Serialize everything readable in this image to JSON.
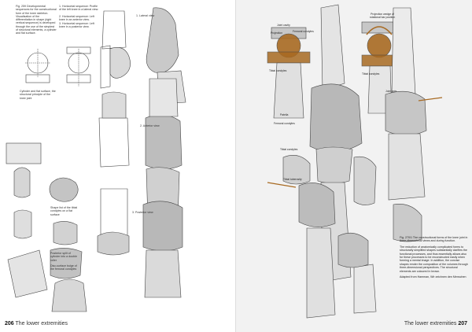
{
  "left_page": {
    "caption_a": "Fig. 259 Developmental sequences for the constructional form of the knee skeleton. Visualisation of the differentiation in shape (right vertical sequence) is developed through the use of the simplest of structural elements, a cylinder and flat surface.",
    "caption_b_1": "1. Horizontal sequence: Profile of the left knee in a lateral view.",
    "caption_b_2": "2. Horizontal sequence: Left knee in an anterior view.",
    "caption_b_3": "3. Horizontal sequence: Left knee in a posterior view.",
    "label_cylinder": "Cylinder and flat surface, the structural principle of the knee joint",
    "label_lateral": "1. Lateral view",
    "label_anterior": "2. Anterior view",
    "label_posterior": "3. Posterior view",
    "label_shape_tibial": "Shape list of the tibial condyles on a flat surface",
    "label_posterior_split": "Posterior split of cylinder into a double roller",
    "label_disc": "Disc-surface bulge of the femoral condyles"
  },
  "right_page": {
    "label_joint_cavity": "Joint cavity",
    "label_projection": "Projection",
    "label_femoral_condyles_top": "Femoral condyles",
    "label_projection_wedge": "Projection wedge of rotational bar position",
    "label_tibial_condyles_a": "Tibial condyles",
    "label_tibial_condyles_b": "Tibial condyles",
    "label_joint_axis": "Joint axis",
    "label_patella": "Patella",
    "label_femoral_condyles": "Femoral condyles",
    "label_tibial_condyles_c": "Tibial condyles",
    "label_tibial_tuberosity": "Tibial tuberosity",
    "caption_1": "Fig. 270/1 The constructional forms of the knee joint in three-dimensional views and during function.",
    "caption_2": "The reduction of anatomically complicated forms to structurally simplified shapes substantially clarifies the functional processes, and thus essentially allows also for these processes to be reconstructed easily when forming a mental image. In addition, the concise shapes render the composition of the volumes through three-dimensional perspectives. The structural elements are coloured in brown.",
    "caption_3": "Adapted from Hamman, Wir zeichnen den Menschen"
  },
  "footer": {
    "left_number": "206",
    "left_title": "The lower extremities",
    "right_title": "The lower extremities",
    "right_number": "207"
  },
  "colors": {
    "accent_brown": "#a86a22",
    "ink": "#333333"
  }
}
